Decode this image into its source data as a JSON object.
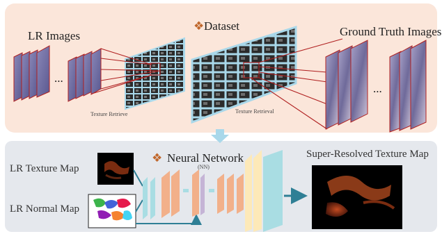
{
  "top": {
    "lr_images": "LR Images",
    "dataset": "Dataset",
    "dataset_marker": "❖",
    "ground_truth": "Ground Truth Images",
    "texture_retrieve": "Texture Retrieve",
    "texture_retrieval": "Texture Retrieval",
    "ellipsis_left": "...",
    "ellipsis_right": "..."
  },
  "bottom": {
    "lr_texture_map": "LR Texture Map",
    "lr_normal_map": "LR Normal Map",
    "neural_network": "Neural Network",
    "nn_marker": "❖",
    "nn_sublabel": "(NN)",
    "output": "Super-Resolved Texture Map"
  },
  "colors": {
    "top_bg": "#fbe6da",
    "bottom_bg": "#e5e8ed",
    "frame": "#a9d8ea",
    "link": "#b02020",
    "arrow": "#2f7f95",
    "conv_blue": "#a9dde3",
    "conv_orange": "#f2b08a",
    "conv_purple": "#c5b4d6",
    "conv_yellow": "#fde9b8"
  }
}
